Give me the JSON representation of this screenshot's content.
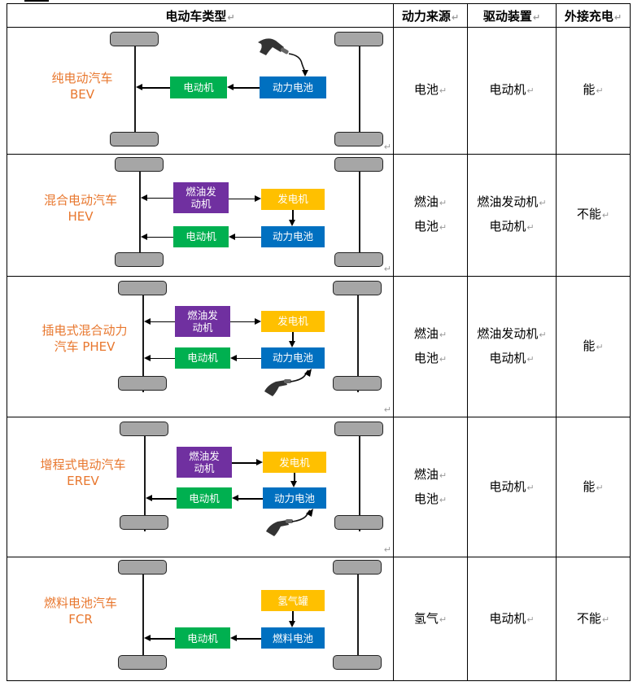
{
  "header": {
    "type": "电动车类型",
    "power_source": "动力来源",
    "drive": "驱动装置",
    "charging": "外接充电"
  },
  "mark": "↵",
  "colors": {
    "name": "#e8772e",
    "motor": "#00b050",
    "battery": "#0070c0",
    "engine": "#7030a0",
    "generator": "#ffc000"
  },
  "rows": [
    {
      "name_line1": "纯电动汽车",
      "name_line2": "BEV",
      "boxes": {
        "motor": "电动机",
        "battery": "动力电池"
      },
      "power": [
        "电池"
      ],
      "drive": [
        "电动机"
      ],
      "charge": "能"
    },
    {
      "name_line1": "混合电动汽车",
      "name_line2": "HEV",
      "boxes": {
        "engine_line1": "燃油发",
        "engine_line2": "动机",
        "generator": "发电机",
        "motor": "电动机",
        "battery": "动力电池"
      },
      "power": [
        "燃油",
        "电池"
      ],
      "drive": [
        "燃油发动机",
        "电动机"
      ],
      "charge": "不能"
    },
    {
      "name_line1": "插电式混合动力",
      "name_line2": "汽车 PHEV",
      "boxes": {
        "engine_line1": "燃油发",
        "engine_line2": "动机",
        "generator": "发电机",
        "motor": "电动机",
        "battery": "动力电池"
      },
      "power": [
        "燃油",
        "电池"
      ],
      "drive": [
        "燃油发动机",
        "电动机"
      ],
      "charge": "能"
    },
    {
      "name_line1": "增程式电动汽车",
      "name_line2": "EREV",
      "boxes": {
        "engine_line1": "燃油发",
        "engine_line2": "动机",
        "generator": "发电机",
        "motor": "电动机",
        "battery": "动力电池"
      },
      "power": [
        "燃油",
        "电池"
      ],
      "drive": [
        "电动机"
      ],
      "charge": "能"
    },
    {
      "name_line1": "燃料电池汽车",
      "name_line2": "FCR",
      "boxes": {
        "tank": "氢气罐",
        "motor": "电动机",
        "fuel_cell": "燃料电池"
      },
      "power": [
        "氢气"
      ],
      "drive": [
        "电动机"
      ],
      "charge": "不能"
    }
  ]
}
